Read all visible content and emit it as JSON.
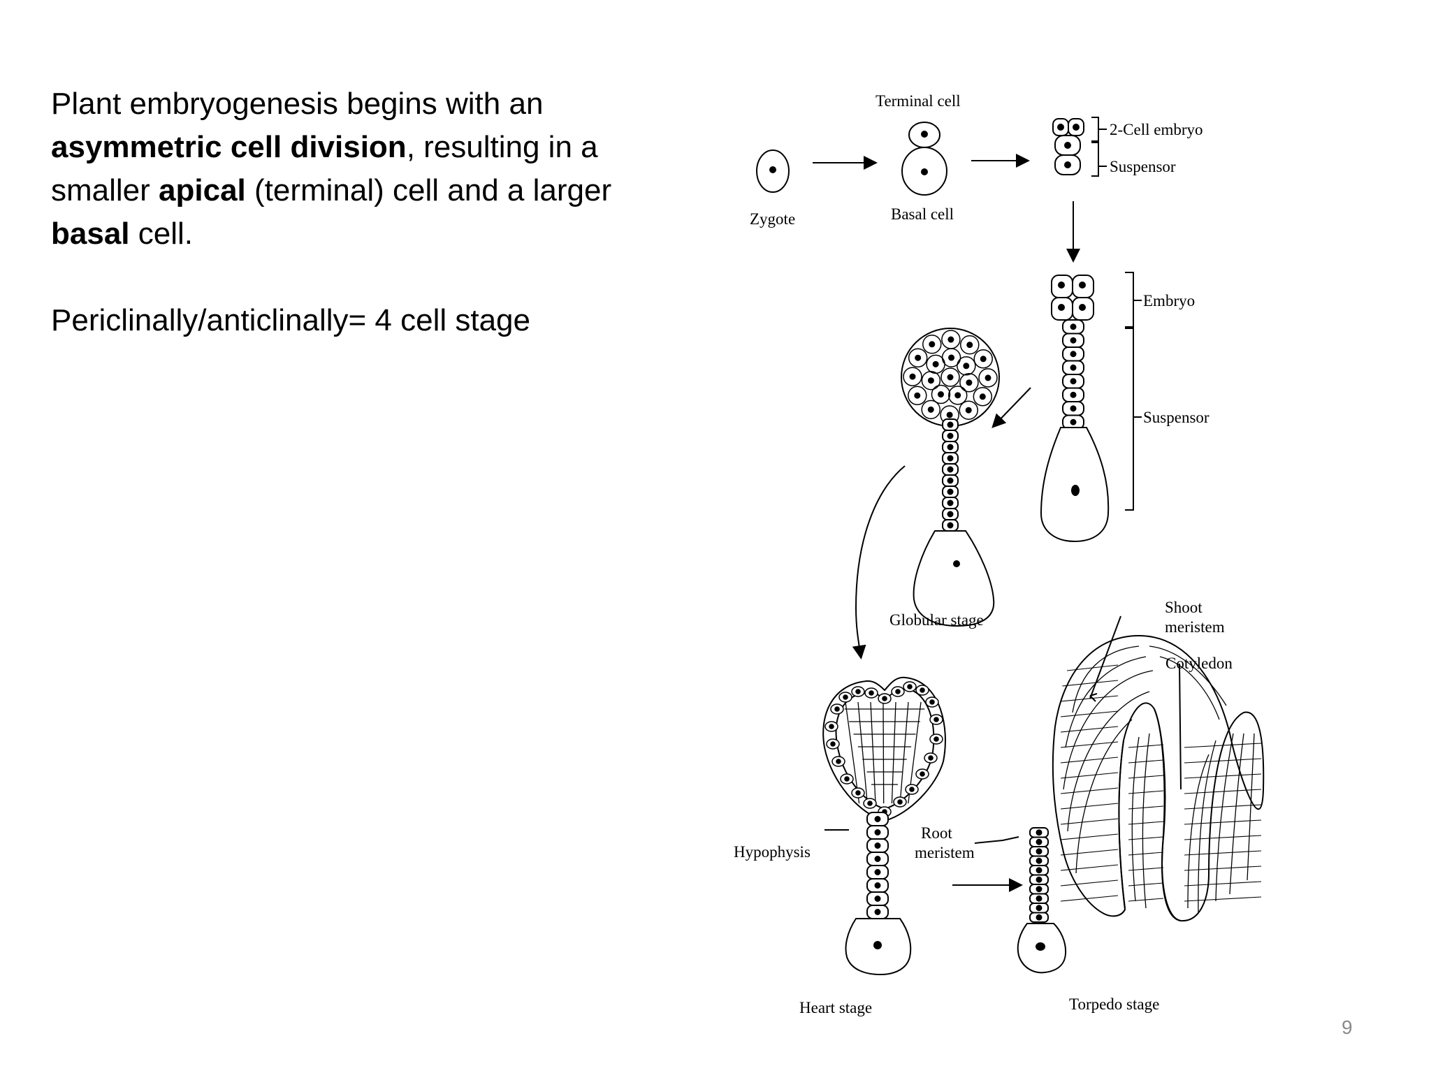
{
  "slide": {
    "p1_a": "Plant embryogenesis begins with an",
    "p1_b": "asymmetric cell division",
    "p1_c": ", resulting in a smaller ",
    "p1_d": "apical",
    "p1_e": " (terminal) cell and a larger",
    "p1_f": "basal",
    "p1_g": " cell.",
    "p2": "Periclinally/anticlinally=  4 cell stage",
    "page_number": "9"
  },
  "diagram": {
    "labels": {
      "zygote": "Zygote",
      "terminal_cell": "Terminal cell",
      "basal_cell": "Basal cell",
      "two_cell_embryo": "2-Cell embryo",
      "suspensor_top": "Suspensor",
      "embryo": "Embryo",
      "suspensor": "Suspensor",
      "globular": "Globular stage",
      "shoot": "Shoot",
      "meristem_shoot": "meristem",
      "cotyledon": "Cotyledon",
      "root": "Root",
      "meristem_root": "meristem",
      "hypophysis": "Hypophysis",
      "heart": "Heart stage",
      "torpedo": "Torpedo stage"
    }
  }
}
